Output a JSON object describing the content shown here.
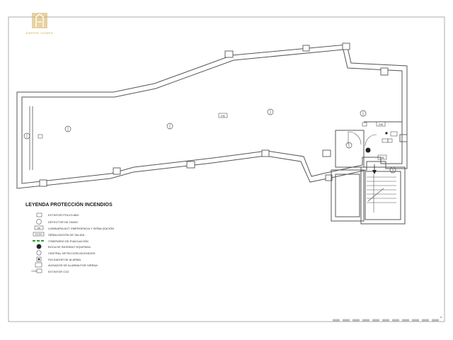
{
  "logo": {
    "brand": "EMPIRE HOMES",
    "color": "#caa24a"
  },
  "plan": {
    "labels": {
      "hall_sign": "EM",
      "side_sign": "EM",
      "stair_sign": "EM"
    }
  },
  "legend": {
    "title": "LEYENDA PROTECCIÓN INCENDIOS",
    "items": [
      {
        "symbol": "extinguisher",
        "label": "EXTINTOR POLVO ABC"
      },
      {
        "symbol": "smoke-detector",
        "label": "DETECTOR DE HUMO"
      },
      {
        "symbol": "emergency-light",
        "label": "LUMINARIA AUT. EMERGENCIA Y SEÑALIZACIÓN",
        "code": "EM"
      },
      {
        "symbol": "exit-sign",
        "label": "SEÑALIZACIÓN DE SALIDA",
        "code": "SALIDA"
      },
      {
        "symbol": "evacuation-route",
        "label": "ITINERARIO DE EVACUACIÓN",
        "color": "#2a9d2a"
      },
      {
        "symbol": "fire-hose",
        "label": "BOCA DE INCENDIO EQUIPADA"
      },
      {
        "symbol": "detection-panel",
        "label": "CENTRAL DETECCIÓN INCENDIOS"
      },
      {
        "symbol": "alarm-button",
        "label": "PULSADOR DE ALARMA"
      },
      {
        "symbol": "siren",
        "label": "AVISADOR DE ALARMA POR SIRENA"
      },
      {
        "symbol": "co2-extinguisher",
        "label": "EXTINTOR CO2",
        "code": "CO2"
      }
    ]
  },
  "footer": {
    "page_number": "4"
  }
}
